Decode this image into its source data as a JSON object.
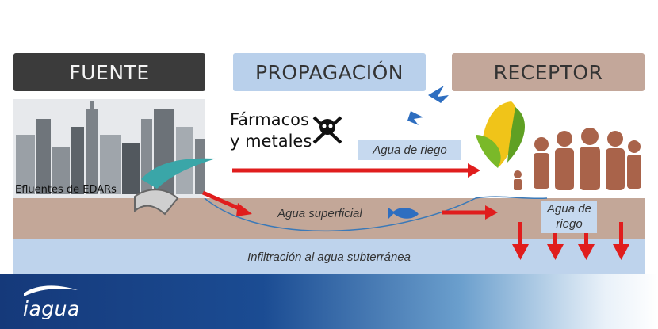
{
  "headers": {
    "fuente": "FUENTE",
    "propagacion": "PROPAGACIÓN",
    "receptor": "RECEPTOR"
  },
  "labels": {
    "farmacos_line1": "Fármacos",
    "farmacos_line2": "y metales",
    "efluentes": "Efluentes de EDARs",
    "agua_riego_top": "Agua de riego",
    "agua_superficial": "Agua superficial",
    "agua_riego_right_line1": "Agua de",
    "agua_riego_right_line2": "riego",
    "infiltracion": "Infiltración al agua subterránea"
  },
  "icons": [
    "city-skyline-icon",
    "outfall-pipe-icon",
    "skull-crossbones-icon",
    "birds-icon",
    "fish-icon",
    "corn-icon",
    "people-icon"
  ],
  "colors": {
    "fuente_bg": "#3b3b3b",
    "propagacion_bg": "#b9d0eb",
    "receptor_bg": "#c3a79a",
    "soil": "#c3a798",
    "groundwater": "#bed3ec",
    "arrow": "#e01d1d",
    "footer": "#1b4c93"
  },
  "footer": {
    "brand": "iagua"
  }
}
